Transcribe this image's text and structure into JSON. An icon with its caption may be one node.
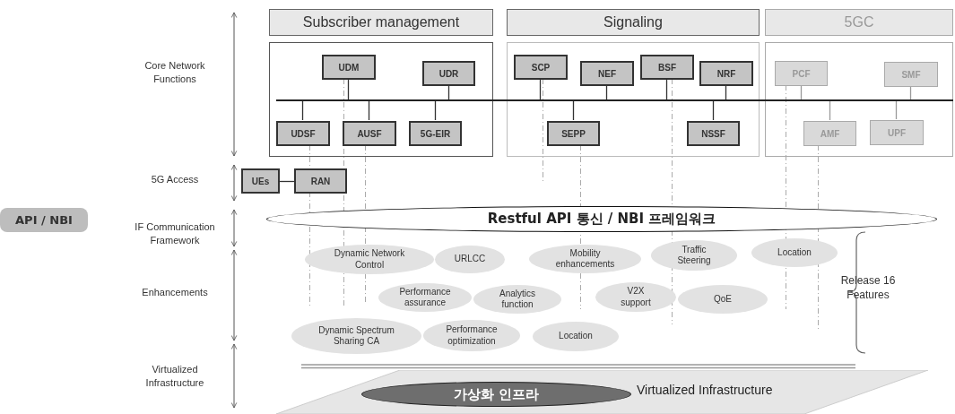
{
  "diagram": {
    "nodes": [
      {
        "text": [
          "Subscriber management"
        ]
      },
      {
        "text": [
          "Signaling"
        ]
      },
      {
        "text": [
          "5GC"
        ]
      },
      {
        "text": [],
        "shape": "box"
      },
      {
        "text": [
          "UDM"
        ],
        "in": 3
      },
      {
        "text": [
          "UDR"
        ],
        "in": 3
      },
      {
        "text": [
          "UDSF"
        ],
        "in": 3
      },
      {
        "text": [
          "AUSF"
        ],
        "in": 3
      },
      {
        "text": [
          "5G-EIR"
        ],
        "in": 3
      },
      {
        "text": [],
        "shape": "box"
      },
      {
        "text": [
          "SCP"
        ],
        "in": 9
      },
      {
        "text": [
          "NEF"
        ],
        "in": 9
      },
      {
        "text": [
          "BSF"
        ],
        "in": 9
      },
      {
        "text": [
          "NRF"
        ],
        "in": 9
      },
      {
        "text": [
          "SEPP"
        ],
        "in": 9
      },
      {
        "text": [
          "NSSF"
        ],
        "in": 9
      },
      {
        "text": [],
        "shape": "box"
      },
      {
        "text": [
          "PCF"
        ],
        "in": 16
      },
      {
        "text": [
          "SMF"
        ],
        "in": 16
      },
      {
        "text": [
          "AMF"
        ],
        "in": 16
      },
      {
        "text": [
          "UPF"
        ],
        "in": 16
      },
      {
        "text": [],
        "shape": "bar"
      },
      {
        "text": [
          "UEs"
        ]
      },
      {
        "text": [
          "RAN"
        ]
      },
      {
        "text": [
          "API / NBI"
        ]
      },
      {
        "text": [
          "Restful API 통신 / NBI 프레임워크"
        ]
      },
      {
        "text": [
          "Dynamic Network Control"
        ]
      },
      {
        "text": [
          "URLCC"
        ]
      },
      {
        "text": [
          "Mobility enhancements"
        ]
      },
      {
        "text": [
          "Traffic Steering"
        ]
      },
      {
        "text": [
          "Location"
        ]
      },
      {
        "text": [
          "Performance assurance"
        ]
      },
      {
        "text": [
          "Analytics function"
        ]
      },
      {
        "text": [
          "V2X support"
        ]
      },
      {
        "text": [
          "QoE"
        ]
      },
      {
        "text": [
          "Dynamic Spectrum Sharing CA"
        ]
      },
      {
        "text": [
          "Performance optimization"
        ]
      },
      {
        "text": [
          "Location"
        ]
      },
      {
        "text": [
          "Virtualized Infrastructure"
        ]
      },
      {
        "text": [
          "가상화 인프라"
        ],
        "in": 38
      }
    ],
    "edges": [
      {
        "from": 4,
        "to": 21,
        "arrow": "none"
      },
      {
        "from": 5,
        "to": 21,
        "arrow": "none"
      },
      {
        "from": 6,
        "to": 21,
        "arrow": "none"
      },
      {
        "from": 7,
        "to": 21,
        "arrow": "none"
      },
      {
        "from": 8,
        "to": 21,
        "arrow": "none"
      },
      {
        "from": 10,
        "to": 21,
        "arrow": "none"
      },
      {
        "from": 11,
        "to": 21,
        "arrow": "none"
      },
      {
        "from": 12,
        "to": 21,
        "arrow": "none"
      },
      {
        "from": 13,
        "to": 21,
        "arrow": "none"
      },
      {
        "from": 14,
        "to": 21,
        "arrow": "none"
      },
      {
        "from": 15,
        "to": 21,
        "arrow": "none"
      },
      {
        "from": 17,
        "to": 21,
        "arrow": "none",
        "color": "#9a9a9a"
      },
      {
        "from": 18,
        "to": 21,
        "arrow": "none",
        "color": "#9a9a9a"
      },
      {
        "from": 19,
        "to": 21,
        "arrow": "none",
        "color": "#9a9a9a"
      },
      {
        "from": 20,
        "to": 21,
        "arrow": "none",
        "color": "#9a9a9a"
      },
      {
        "from": 22,
        "to": 23,
        "arrow": "none"
      },
      {
        "from": 6,
        "to": null,
        "arrow": "none",
        "style": "dashed",
        "color": "#aaaaaa"
      },
      {
        "from": 4,
        "to": null,
        "arrow": "none",
        "style": "dashed",
        "color": "#aaaaaa"
      },
      {
        "from": 7,
        "to": null,
        "arrow": "none",
        "style": "dashed",
        "color": "#aaaaaa"
      },
      {
        "from": 10,
        "to": null,
        "arrow": "none",
        "style": "dashed",
        "color": "#aaaaaa"
      },
      {
        "from": 14,
        "to": null,
        "arrow": "none",
        "style": "dashed",
        "color": "#aaaaaa"
      },
      {
        "from": 12,
        "to": null,
        "arrow": "none",
        "style": "dashed",
        "color": "#aaaaaa"
      },
      {
        "from": 17,
        "to": null,
        "arrow": "none",
        "style": "dashed",
        "color": "#aaaaaa"
      },
      {
        "from": 19,
        "to": null,
        "arrow": "none",
        "style": "dashed",
        "color": "#aaaaaa"
      }
    ],
    "labels": [
      "Core Network Functions",
      "5G Access",
      "IF Communication Framework",
      "Enhancements",
      "Virtualized Infrastructure",
      "Release 16 Features"
    ]
  }
}
